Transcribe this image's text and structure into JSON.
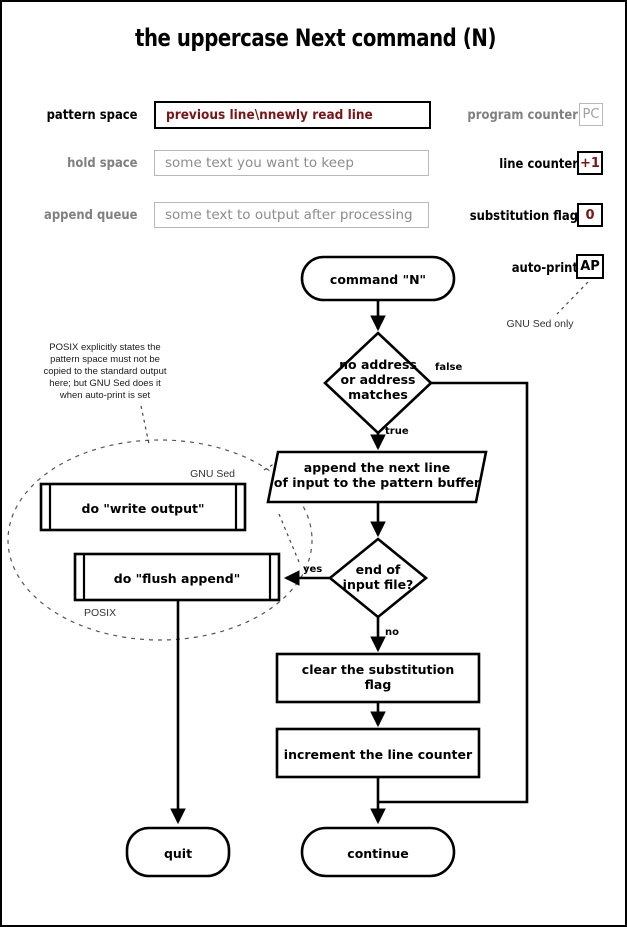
{
  "page": {
    "title": "the uppercase Next command (N)",
    "border_color": "#000000",
    "background": "#ffffff",
    "accent_value_color": "#7b1515",
    "inactive_color": "#8c8c8c"
  },
  "registers": {
    "pattern_space": {
      "label": "pattern space",
      "value": "previous line\\nnewly read line",
      "active": true
    },
    "hold_space": {
      "label": "hold space",
      "placeholder": "some text you want to keep",
      "active": false
    },
    "append_queue": {
      "label": "append queue",
      "placeholder": "some text to output after processing",
      "active": false
    },
    "program_counter": {
      "label": "program counter",
      "value": "PC",
      "active": false
    },
    "line_counter": {
      "label": "line counter",
      "value": "+1",
      "active": true
    },
    "substitution_flag": {
      "label": "substitution flag",
      "value": "0",
      "active": true
    },
    "auto_print": {
      "label": "auto-print",
      "value": "AP",
      "active": true,
      "annotation": "GNU Sed only"
    }
  },
  "flowchart": {
    "nodes": {
      "start": {
        "label": "command \"N\"",
        "shape": "terminator"
      },
      "decision_address": {
        "line1": "no address",
        "line2": "or address",
        "line3": "matches",
        "shape": "decision"
      },
      "append_next_line": {
        "line1": "append the next line",
        "line2": "of input to the pattern buffer",
        "shape": "parallelogram"
      },
      "decision_eof": {
        "line1": "end of",
        "line2": "input file?",
        "shape": "decision"
      },
      "write_output": {
        "label": "do \"write output\"",
        "shape": "predefined-process",
        "tag": "GNU Sed"
      },
      "flush_append": {
        "label": "do \"flush append\"",
        "shape": "predefined-process",
        "tag": "POSIX"
      },
      "clear_flag": {
        "line1": "clear the substitution",
        "line2": "flag",
        "shape": "process"
      },
      "increment_counter": {
        "label": "increment the line counter",
        "shape": "process"
      },
      "quit": {
        "label": "quit",
        "shape": "terminator"
      },
      "continue": {
        "label": "continue",
        "shape": "terminator"
      }
    },
    "edge_labels": {
      "address_false": "false",
      "address_true": "true",
      "eof_yes": "yes",
      "eof_no": "no"
    },
    "notes": {
      "posix_note": {
        "line1": "POSIX explicitly states the",
        "line2": "pattern space must not be",
        "line3": "copied to the standard output",
        "line4": "here; but GNU Sed does it",
        "line5": "when auto-print is set"
      }
    }
  }
}
